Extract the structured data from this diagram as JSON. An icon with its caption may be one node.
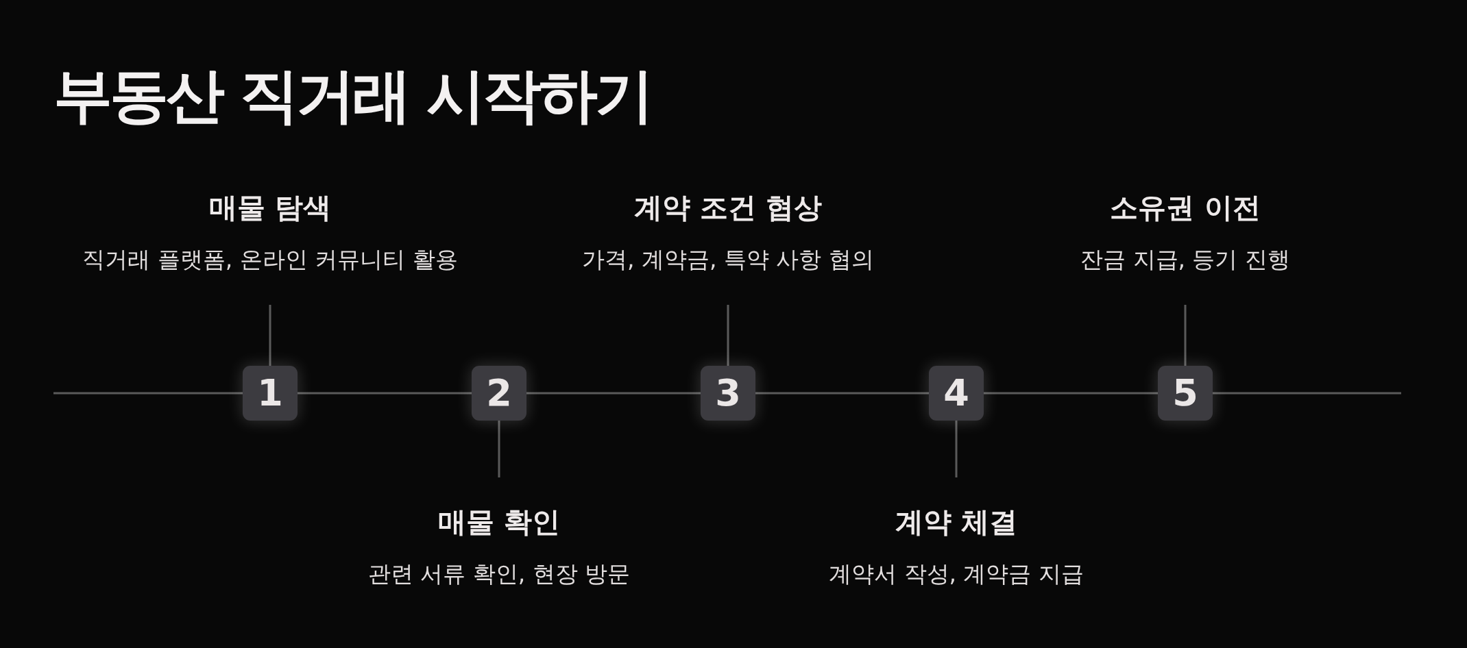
{
  "diagram": {
    "title": "부동산 직거래 시작하기",
    "nodes": [
      {
        "text": [
          "매물 탐색",
          "직거래 플랫폼, 온라인 커뮤니티 활용"
        ]
      },
      {
        "text": [
          "매물 확인",
          "관련 서류 확인, 현장 방문"
        ]
      },
      {
        "text": [
          "계약 조건 협상",
          "가격, 계약금, 특약 사항 협의"
        ]
      },
      {
        "text": [
          "계약 체결",
          "계약서 작성, 계약금 지급"
        ]
      },
      {
        "text": [
          "소유권 이전",
          "잔금 지급, 등기 진행"
        ]
      },
      {
        "text": [
          "1"
        ]
      },
      {
        "text": [
          "2"
        ]
      },
      {
        "text": [
          "3"
        ]
      },
      {
        "text": [
          "4"
        ]
      },
      {
        "text": [
          "5"
        ]
      }
    ],
    "edges": [
      {
        "from": null,
        "to": 5,
        "arrow": "none"
      },
      {
        "from": 5,
        "to": 6,
        "arrow": "none"
      },
      {
        "from": 6,
        "to": 7,
        "arrow": "none"
      },
      {
        "from": 7,
        "to": 8,
        "arrow": "none"
      },
      {
        "from": 8,
        "to": 9,
        "arrow": "none"
      },
      {
        "from": 9,
        "to": null,
        "arrow": "none"
      },
      {
        "from": 5,
        "to": 0,
        "arrow": "none"
      },
      {
        "from": 6,
        "to": 1,
        "arrow": "none"
      },
      {
        "from": 7,
        "to": 2,
        "arrow": "none"
      },
      {
        "from": 8,
        "to": 3,
        "arrow": "none"
      },
      {
        "from": 9,
        "to": 4,
        "arrow": "none"
      }
    ]
  }
}
